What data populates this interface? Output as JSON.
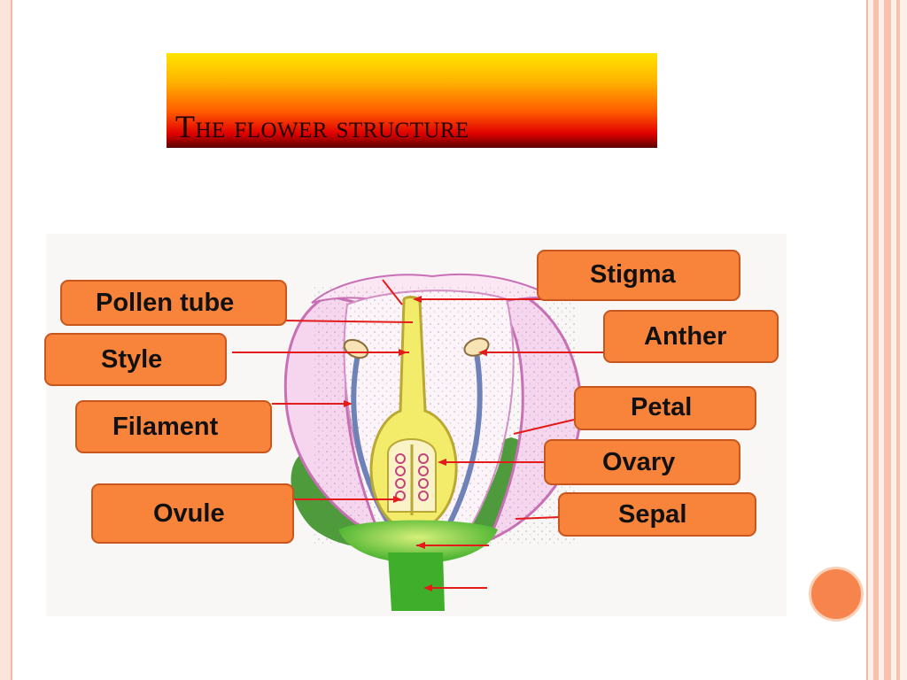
{
  "slide": {
    "title": "The flower structure",
    "colors": {
      "title_gradient_top": "#ffe400",
      "title_gradient_bottom": "#5a0000",
      "label_fill": "#f8843c",
      "label_border": "#c9561c",
      "pointer_line": "#e31b1b",
      "accent_circle": "#f7844c"
    }
  },
  "diagram": {
    "labels": {
      "stigma": "Stigma",
      "pollen_tube": "Pollen tube",
      "anther": "Anther",
      "style": "Style",
      "petal": "Petal",
      "filament": "Filament",
      "ovary": "Ovary",
      "ovule": "Ovule",
      "sepal": "Sepal"
    }
  }
}
